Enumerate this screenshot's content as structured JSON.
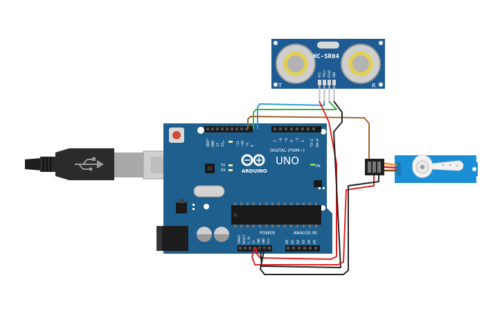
{
  "sensor": {
    "title": "HC-SR04",
    "left_mark": "T",
    "right_mark": "R",
    "pins": [
      "VCC",
      "TRIG",
      "ECHO",
      "GND"
    ]
  },
  "arduino": {
    "brand": "ARDUINO",
    "model": "UNO",
    "digital_header": "DIGITAL (PWM~)",
    "digital_pins": [
      "AREF",
      "GND",
      "13",
      "12",
      "~11",
      "~10",
      "~9",
      "8",
      "7",
      "~6",
      "~5",
      "4",
      "~3",
      "2",
      "TX→1",
      "RX←0"
    ],
    "power_header": "POWER",
    "power_pins": [
      "IOREF",
      "RESET",
      "3.3V",
      "5V",
      "GND",
      "GND",
      "Vin"
    ],
    "analog_header": "ANALOG IN",
    "analog_pins": [
      "A0",
      "A1",
      "A2",
      "A3",
      "A4",
      "A5"
    ],
    "led_labels": [
      "L",
      "TX",
      "RX"
    ],
    "on_label": "ON"
  },
  "colors": {
    "board": "#1e5f8e",
    "sensor": "#1d5b92",
    "wire_red": "#e02020",
    "wire_black": "#222222",
    "wire_blue": "#2d9fd8",
    "wire_green": "#37b34a",
    "wire_brown": "#a0622d",
    "wire_orange": "#f08a24",
    "servo": "#1b8fd6"
  }
}
